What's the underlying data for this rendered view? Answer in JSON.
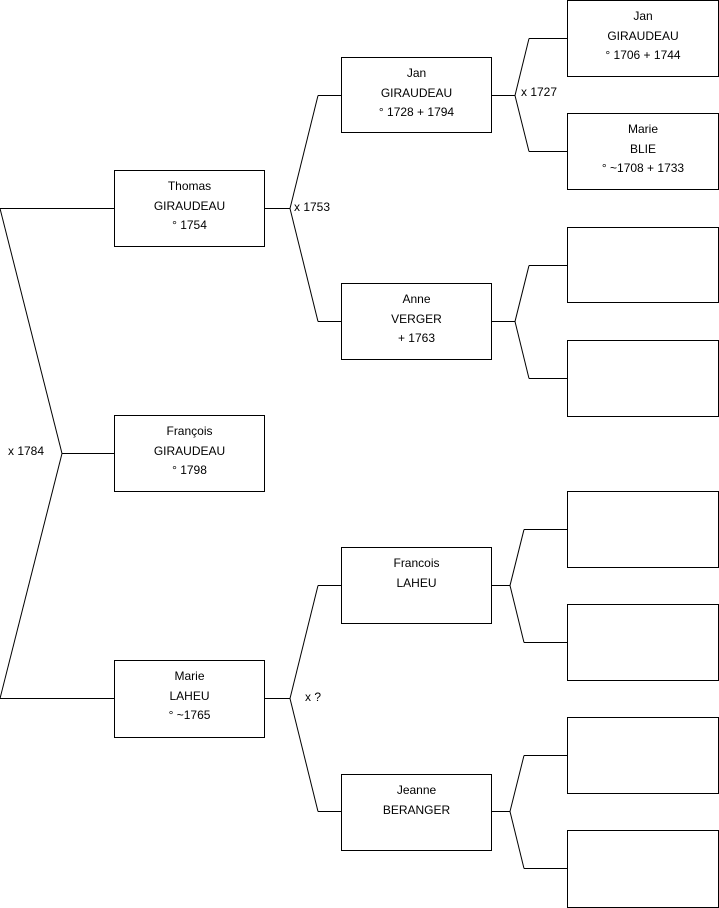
{
  "people": {
    "francois_giraudeau": {
      "first_name": "François",
      "surname": "GIRAUDEAU",
      "dates": "° 1798"
    },
    "thomas_giraudeau": {
      "first_name": "Thomas",
      "surname": "GIRAUDEAU",
      "dates": "° 1754"
    },
    "marie_laheu": {
      "first_name": "Marie",
      "surname": "LAHEU",
      "dates": "° ~1765"
    },
    "jan_giraudeau_1728": {
      "first_name": "Jan",
      "surname": "GIRAUDEAU",
      "dates": "° 1728 + 1794"
    },
    "anne_verger": {
      "first_name": "Anne",
      "surname": "VERGER",
      "dates": "+ 1763"
    },
    "francois_laheu": {
      "first_name": "Francois",
      "surname": "LAHEU"
    },
    "jeanne_beranger": {
      "first_name": "Jeanne",
      "surname": "BERANGER"
    },
    "jan_giraudeau_1706": {
      "first_name": "Jan",
      "surname": "GIRAUDEAU",
      "dates": "° 1706 + 1744"
    },
    "marie_blie": {
      "first_name": "Marie",
      "surname": "BLIE",
      "dates": "° ~1708 + 1733"
    }
  },
  "marriages": {
    "parents": "x 1784",
    "paternal_grandparents": "x 1753",
    "maternal_grandparents": "x ?",
    "paternal_great_grandparents": "x 1727"
  }
}
